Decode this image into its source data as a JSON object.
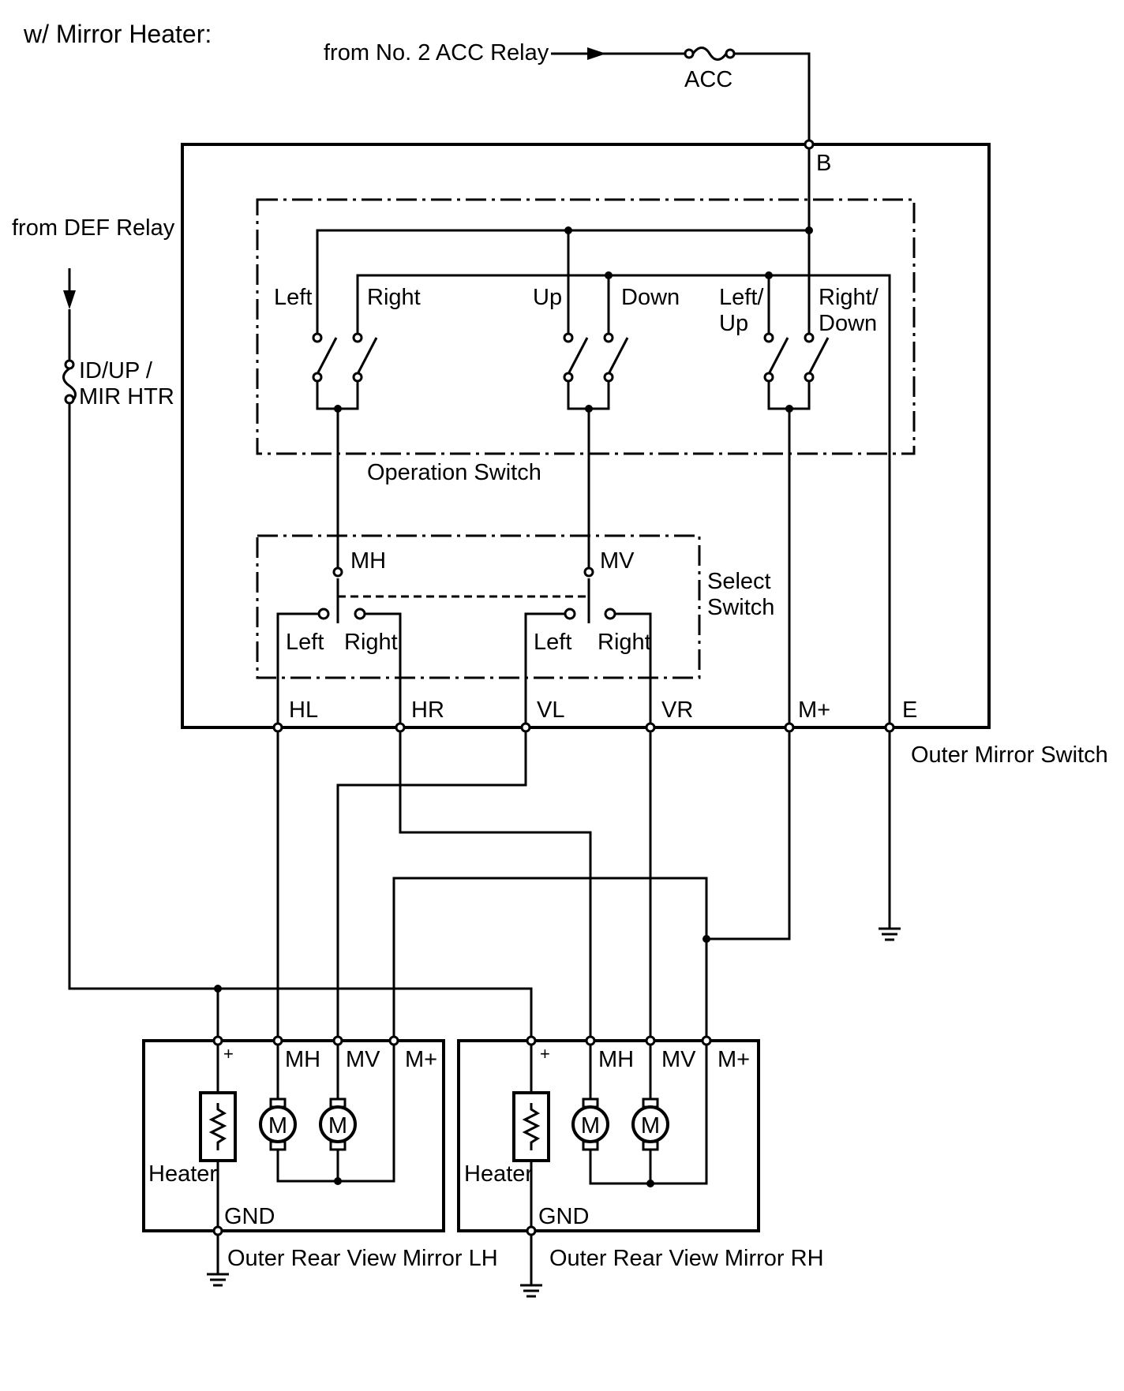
{
  "title": "w/ Mirror Heater:",
  "sources": {
    "acc_relay": "from No. 2 ACC Relay",
    "acc_fuse": "ACC",
    "def_relay": "from DEF Relay",
    "heater_fuse_line1": "ID/UP /",
    "heater_fuse_line2": "MIR HTR"
  },
  "outer_mirror_switch": {
    "label": "Outer Mirror Switch",
    "terminals": {
      "b": "B",
      "hl": "HL",
      "hr": "HR",
      "vl": "VL",
      "vr": "VR",
      "m_plus": "M+",
      "e": "E"
    }
  },
  "operation_switch": {
    "label": "Operation Switch",
    "contacts": {
      "left": "Left",
      "right": "Right",
      "up": "Up",
      "down": "Down",
      "left_up_1": "Left/",
      "left_up_2": "Up",
      "right_down_1": "Right/",
      "right_down_2": "Down"
    }
  },
  "select_switch": {
    "label_line1": "Select",
    "label_line2": "Switch",
    "mh": "MH",
    "mv": "MV",
    "mh_left": "Left",
    "mh_right": "Right",
    "mv_left": "Left",
    "mv_right": "Right"
  },
  "mirror_lh": {
    "label": "Outer Rear View Mirror LH",
    "plus": "+",
    "mh": "MH",
    "mv": "MV",
    "m_plus": "M+",
    "heater": "Heater",
    "gnd": "GND",
    "motor": "M"
  },
  "mirror_rh": {
    "label": "Outer Rear View Mirror RH",
    "plus": "+",
    "mh": "MH",
    "mv": "MV",
    "m_plus": "M+",
    "heater": "Heater",
    "gnd": "GND",
    "motor": "M"
  }
}
